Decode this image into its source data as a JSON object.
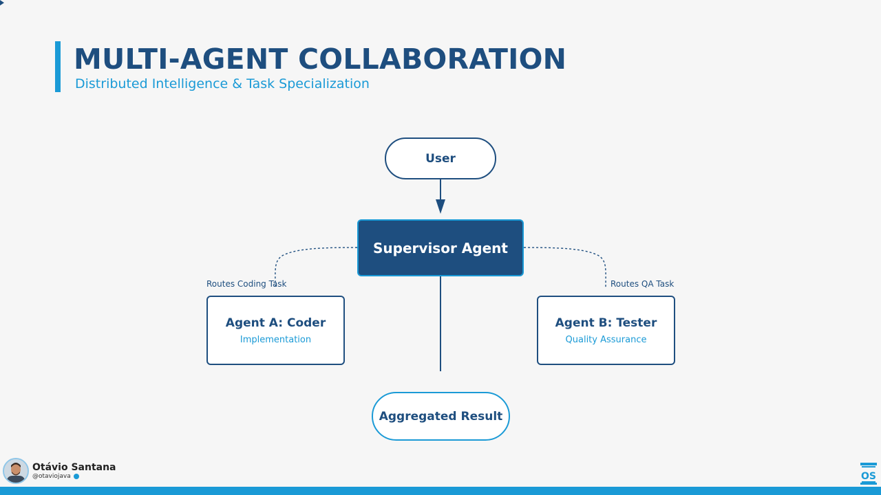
{
  "header": {
    "title": "MULTI-AGENT COLLABORATION",
    "subtitle": "Distributed Intelligence & Task Specialization"
  },
  "diagram": {
    "nodes": {
      "user": "User",
      "supervisor": "Supervisor Agent",
      "coder": {
        "title": "Agent A: Coder",
        "subtitle": "Implementation"
      },
      "tester": {
        "title": "Agent B: Tester",
        "subtitle": "Quality Assurance"
      },
      "result": "Aggregated Result"
    },
    "edge_labels": {
      "to_coder": "Routes Coding Task",
      "to_tester": "Routes QA Task"
    }
  },
  "footer": {
    "author_name": "Otávio Santana",
    "author_handle": "@otaviojava",
    "logo_text": "OS"
  },
  "colors": {
    "navy": "#1e4e7f",
    "accent": "#1a9ad6",
    "background": "#f6f6f6"
  },
  "icons": [
    "verified-badge-icon",
    "os-logo-icon",
    "author-avatar"
  ]
}
